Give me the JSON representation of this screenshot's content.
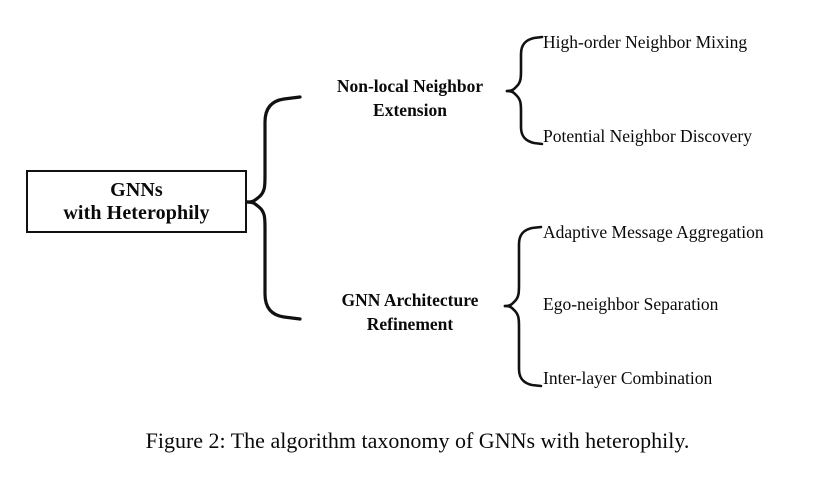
{
  "figure": {
    "caption": "Figure 2: The algorithm taxonomy of GNNs with heterophily.",
    "background_color": "#ffffff",
    "ink_color": "#0a0a0a"
  },
  "diagram": {
    "type": "taxonomy-tree",
    "orientation": "left-to-right",
    "root": {
      "line1": "GNNs",
      "line2": "with Heterophily",
      "border_color": "#111111"
    },
    "branches": [
      {
        "line1": "Non-local Neighbor",
        "line2": "Extension",
        "leaves": [
          "High-order Neighbor Mixing",
          "Potential Neighbor Discovery"
        ]
      },
      {
        "line1": "GNN Architecture",
        "line2": "Refinement",
        "leaves": [
          "Adaptive Message Aggregation",
          "Ego-neighbor Separation",
          "Inter-layer Combination"
        ]
      }
    ]
  }
}
